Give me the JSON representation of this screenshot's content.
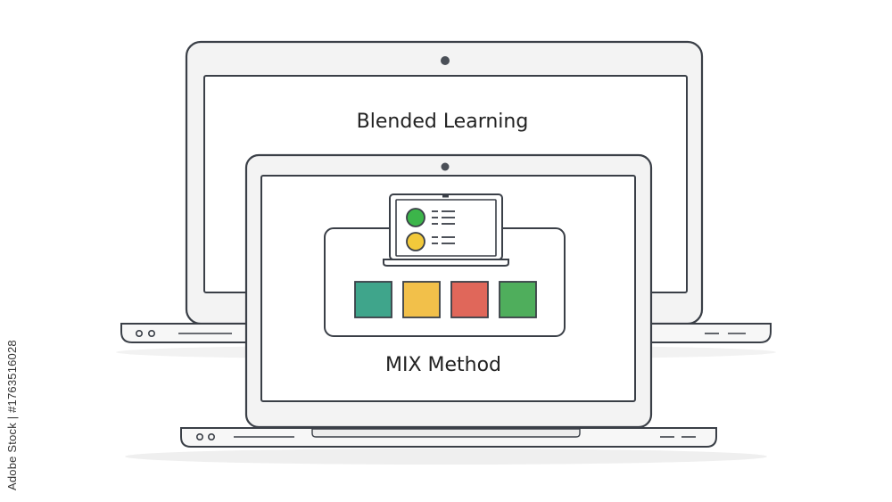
{
  "back_laptop": {
    "title": "Blended Learning"
  },
  "front_laptop": {
    "caption": "MIX Method"
  },
  "tiles": [
    {
      "name": "teal-tile",
      "color": "#3fa58b"
    },
    {
      "name": "yellow-tile",
      "color": "#f2c04a"
    },
    {
      "name": "red-tile",
      "color": "#e0675a"
    },
    {
      "name": "green-tile",
      "color": "#4fae5c"
    }
  ],
  "mini_screen": {
    "dot_colors": [
      "#3cb54a",
      "#f2c93b"
    ]
  },
  "watermark": "Adobe Stock | #1763516028",
  "colors": {
    "outline": "#3a3f47",
    "screen": "#ffffff",
    "bezel": "#f3f3f3"
  }
}
